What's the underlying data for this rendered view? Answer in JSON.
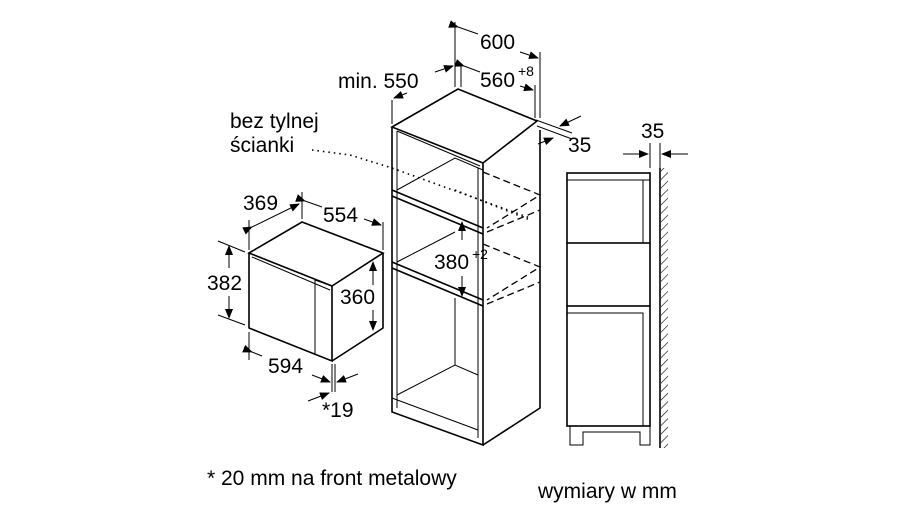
{
  "labels": {
    "no_back_wall_line1": "bez tylnej",
    "no_back_wall_line2": "ścianki",
    "microwave_depth": "369",
    "microwave_width_top": "554",
    "microwave_height_outer": "382",
    "microwave_height_inner": "360",
    "microwave_width_front": "594",
    "front_offset": "*19",
    "cabinet_min_depth": "min. 550",
    "cabinet_width": "600",
    "niche_width": "560",
    "niche_width_tolerance": "+8",
    "niche_height": "380",
    "niche_height_tolerance": "+2",
    "rear_gap_top": "35",
    "rear_gap_side": "35"
  },
  "footnote": "* 20 mm na front metalowy",
  "units_note": "wymiary w mm"
}
